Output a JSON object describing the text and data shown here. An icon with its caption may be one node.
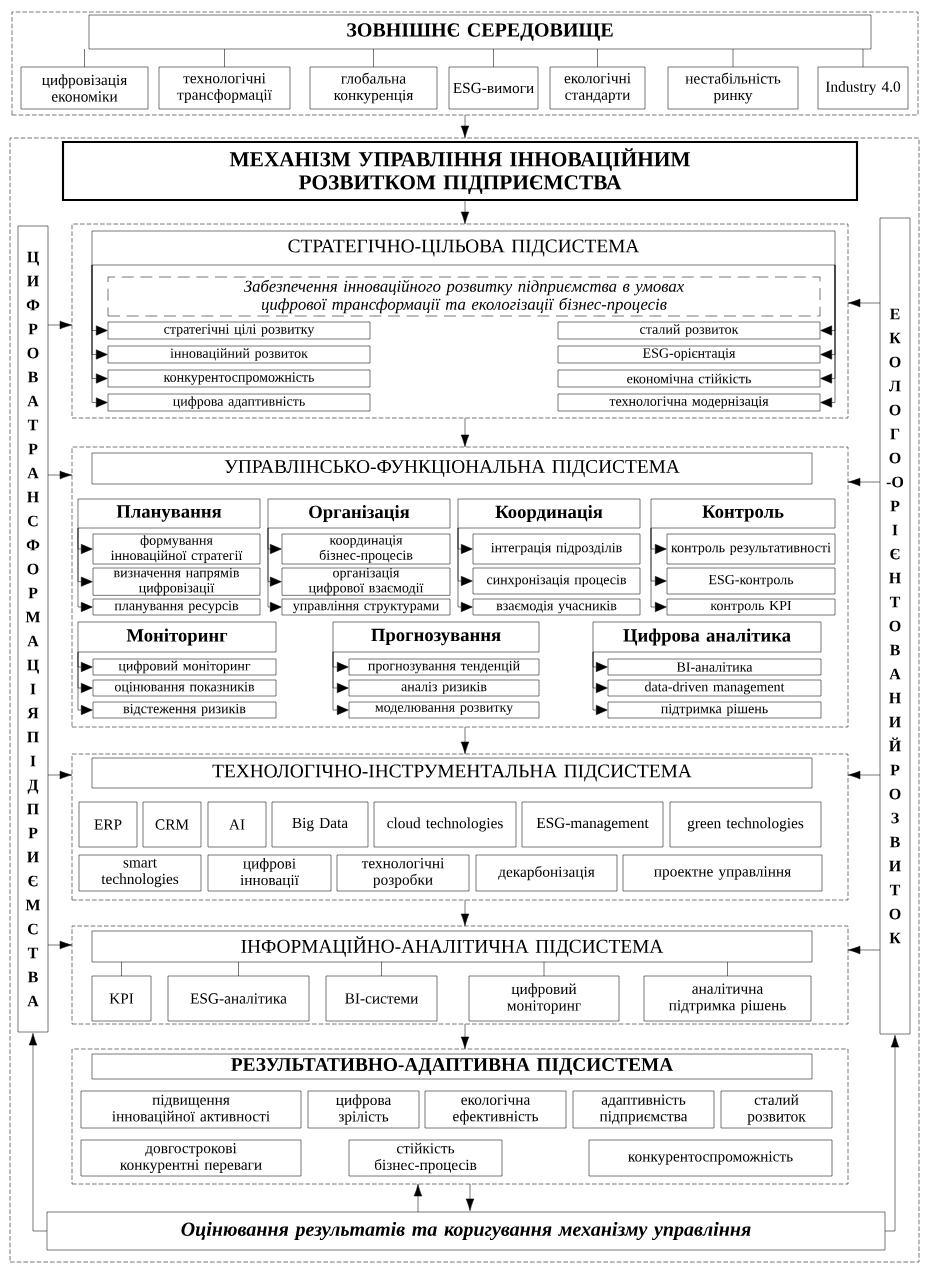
{
  "diagram": {
    "nodes": [
      {
        "text": [],
        "shape": "box"
      },
      {
        "text": [
          "ЗОВНІШНЄ СЕРЕДОВИЩЕ"
        ],
        "in": 0
      },
      {
        "text": [
          "цифровізація економіки"
        ],
        "in": 0
      },
      {
        "text": [
          "технологічні трансформації"
        ],
        "in": 0
      },
      {
        "text": [
          "глобальна конкуренція"
        ],
        "in": 0
      },
      {
        "text": [
          "ESG-вимоги"
        ],
        "in": 0
      },
      {
        "text": [
          "екологічні стандарти"
        ],
        "in": 0
      },
      {
        "text": [
          "нестабільність ринку"
        ],
        "in": 0
      },
      {
        "text": [
          "Industry 4.0"
        ],
        "in": 0
      },
      {
        "text": [],
        "shape": "box"
      },
      {
        "text": [
          "МЕХАНІЗМ УПРАВЛІННЯ ІННОВАЦІЙНИМ РОЗВИТКОМ ПІДПРИЄМСТВА"
        ],
        "in": 9
      },
      {
        "text": [],
        "shape": "box",
        "in": 9
      },
      {
        "text": [
          "СТРАТЕГІЧНО-ЦІЛЬОВА ПІДСИСТЕМА"
        ],
        "in": 11
      },
      {
        "text": [
          "Забезпечення інноваційного розвитку підприємства в умовах цифрової трансформації та екологізації бізнес-процесів"
        ],
        "in": 11
      },
      {
        "text": [
          "стратегічні цілі розвитку"
        ],
        "in": 11
      },
      {
        "text": [
          "інноваційний розвиток"
        ],
        "in": 11
      },
      {
        "text": [
          "конкурентоспроможність"
        ],
        "in": 11
      },
      {
        "text": [
          "цифрова адаптивність"
        ],
        "in": 11
      },
      {
        "text": [
          "сталий розвиток"
        ],
        "in": 11
      },
      {
        "text": [
          "ESG-орієнтація"
        ],
        "in": 11
      },
      {
        "text": [
          "економічна стійкість"
        ],
        "in": 11
      },
      {
        "text": [
          "технологічна модернізація"
        ],
        "in": 11
      },
      {
        "text": [
          "ЦИФРОВА ТРАНСФОРМАЦІЯ ПІДПРИЄМСТВА"
        ],
        "in": 9
      },
      {
        "text": [
          "ЕКОЛОГО-ОРІЄНТОВАНИЙ РОЗВИТОК"
        ],
        "in": 9
      },
      {
        "text": [],
        "shape": "box",
        "in": 9
      },
      {
        "text": [
          "УПРАВЛІНСЬКО-ФУНКЦІОНАЛЬНА ПІДСИСТЕМА"
        ],
        "in": 24
      },
      {
        "text": [
          "Планування"
        ],
        "in": 24
      },
      {
        "text": [
          "формування інноваційної стратегії"
        ],
        "in": 24
      },
      {
        "text": [
          "визначення напрямів цифровізації"
        ],
        "in": 24
      },
      {
        "text": [
          "планування ресурсів"
        ],
        "in": 24
      },
      {
        "text": [
          "Організація"
        ],
        "in": 24
      },
      {
        "text": [
          "координація бізнес-процесів"
        ],
        "in": 24
      },
      {
        "text": [
          "організація цифрової взаємодії"
        ],
        "in": 24
      },
      {
        "text": [
          "управління структурами"
        ],
        "in": 24
      },
      {
        "text": [
          "Координація"
        ],
        "in": 24
      },
      {
        "text": [
          "інтеграція підрозділів"
        ],
        "in": 24
      },
      {
        "text": [
          "синхронізація процесів"
        ],
        "in": 24
      },
      {
        "text": [
          "взаємодія учасників"
        ],
        "in": 24
      },
      {
        "text": [
          "Контроль"
        ],
        "in": 24
      },
      {
        "text": [
          "контроль результативності"
        ],
        "in": 24
      },
      {
        "text": [
          "ESG-контроль"
        ],
        "in": 24
      },
      {
        "text": [
          "контроль KPI"
        ],
        "in": 24
      },
      {
        "text": [
          "Моніторинг"
        ],
        "in": 24
      },
      {
        "text": [
          "цифровий моніторинг"
        ],
        "in": 24
      },
      {
        "text": [
          "оцінювання показників"
        ],
        "in": 24
      },
      {
        "text": [
          "відстеження ризиків"
        ],
        "in": 24
      },
      {
        "text": [
          "Прогнозування"
        ],
        "in": 24
      },
      {
        "text": [
          "прогнозування тенденцій"
        ],
        "in": 24
      },
      {
        "text": [
          "аналіз ризиків"
        ],
        "in": 24
      },
      {
        "text": [
          "моделювання розвитку"
        ],
        "in": 24
      },
      {
        "text": [
          "Цифрова аналітика"
        ],
        "in": 24
      },
      {
        "text": [
          "BI-аналітика"
        ],
        "in": 24
      },
      {
        "text": [
          "data-driven management"
        ],
        "in": 24
      },
      {
        "text": [
          "підтримка рішень"
        ],
        "in": 24
      },
      {
        "text": [],
        "shape": "box",
        "in": 9
      },
      {
        "text": [
          "ТЕХНОЛОГІЧНО-ІНСТРУМЕНТАЛЬНА ПІДСИСТЕМА"
        ],
        "in": 54
      },
      {
        "text": [
          "ERP"
        ],
        "in": 54
      },
      {
        "text": [
          "CRM"
        ],
        "in": 54
      },
      {
        "text": [
          "AI"
        ],
        "in": 54
      },
      {
        "text": [
          "Big Data"
        ],
        "in": 54
      },
      {
        "text": [
          "cloud technologies"
        ],
        "in": 54
      },
      {
        "text": [
          "ESG-management"
        ],
        "in": 54
      },
      {
        "text": [
          "green technologies"
        ],
        "in": 54
      },
      {
        "text": [
          "smart technologies"
        ],
        "in": 54
      },
      {
        "text": [
          "цифрові інновації"
        ],
        "in": 54
      },
      {
        "text": [
          "технологічні розробки"
        ],
        "in": 54
      },
      {
        "text": [
          "декарбонізація"
        ],
        "in": 54
      },
      {
        "text": [
          "проектне управління"
        ],
        "in": 54
      },
      {
        "text": [],
        "shape": "box",
        "in": 9
      },
      {
        "text": [
          "ІНФОРМАЦІЙНО-АНАЛІТИЧНА ПІДСИСТЕМА"
        ],
        "in": 68
      },
      {
        "text": [
          "KPI"
        ],
        "in": 68
      },
      {
        "text": [
          "ESG-аналітика"
        ],
        "in": 68
      },
      {
        "text": [
          "BI-системи"
        ],
        "in": 68
      },
      {
        "text": [
          "цифровий моніторинг"
        ],
        "in": 68
      },
      {
        "text": [
          "аналітична підтримка рішень"
        ],
        "in": 68
      },
      {
        "text": [],
        "shape": "box",
        "in": 9
      },
      {
        "text": [
          "РЕЗУЛЬТАТИВНО-АДАПТИВНА ПІДСИСТЕМА"
        ],
        "in": 75
      },
      {
        "text": [
          "підвищення інноваційної активності"
        ],
        "in": 75
      },
      {
        "text": [
          "цифрова зрілість"
        ],
        "in": 75
      },
      {
        "text": [
          "екологічна ефективність"
        ],
        "in": 75
      },
      {
        "text": [
          "адаптивність підприємства"
        ],
        "in": 75
      },
      {
        "text": [
          "сталий розвиток"
        ],
        "in": 75
      },
      {
        "text": [
          "довгострокові конкурентні переваги"
        ],
        "in": 75
      },
      {
        "text": [
          "стійкість бізнес-процесів"
        ],
        "in": 75
      },
      {
        "text": [
          "конкурентоспроможність"
        ],
        "in": 75
      },
      {
        "text": [
          "Оцінювання результатів та коригування механізму управління"
        ],
        "in": 9
      }
    ],
    "edges": [
      {
        "from": 0,
        "to": 9,
        "arrow": "to"
      },
      {
        "from": 1,
        "to": 2,
        "arrow": "none"
      },
      {
        "from": 1,
        "to": 3,
        "arrow": "none"
      },
      {
        "from": 1,
        "to": 4,
        "arrow": "none"
      },
      {
        "from": 1,
        "to": 5,
        "arrow": "none"
      },
      {
        "from": 1,
        "to": 6,
        "arrow": "none"
      },
      {
        "from": 1,
        "to": 7,
        "arrow": "none"
      },
      {
        "from": 1,
        "to": 8,
        "arrow": "none"
      },
      {
        "from": 10,
        "to": 11,
        "arrow": "to"
      },
      {
        "from": 12,
        "to": 14,
        "arrow": "to"
      },
      {
        "from": 12,
        "to": 15,
        "arrow": "to"
      },
      {
        "from": 12,
        "to": 16,
        "arrow": "to"
      },
      {
        "from": 12,
        "to": 17,
        "arrow": "to"
      },
      {
        "from": 12,
        "to": 18,
        "arrow": "to"
      },
      {
        "from": 12,
        "to": 19,
        "arrow": "to"
      },
      {
        "from": 12,
        "to": 20,
        "arrow": "to"
      },
      {
        "from": 12,
        "to": 21,
        "arrow": "to"
      },
      {
        "from": 22,
        "to": 11,
        "arrow": "to"
      },
      {
        "from": 23,
        "to": 11,
        "arrow": "to"
      },
      {
        "from": 11,
        "to": 24,
        "arrow": "to"
      },
      {
        "from": 22,
        "to": 24,
        "arrow": "to"
      },
      {
        "from": 23,
        "to": 24,
        "arrow": "to"
      },
      {
        "from": 26,
        "to": 27,
        "arrow": "to"
      },
      {
        "from": 26,
        "to": 28,
        "arrow": "to"
      },
      {
        "from": 26,
        "to": 29,
        "arrow": "to"
      },
      {
        "from": 30,
        "to": 31,
        "arrow": "to"
      },
      {
        "from": 30,
        "to": 32,
        "arrow": "to"
      },
      {
        "from": 30,
        "to": 33,
        "arrow": "to"
      },
      {
        "from": 34,
        "to": 35,
        "arrow": "to"
      },
      {
        "from": 34,
        "to": 36,
        "arrow": "to"
      },
      {
        "from": 34,
        "to": 37,
        "arrow": "to"
      },
      {
        "from": 38,
        "to": 39,
        "arrow": "to"
      },
      {
        "from": 38,
        "to": 40,
        "arrow": "to"
      },
      {
        "from": 38,
        "to": 41,
        "arrow": "to"
      },
      {
        "from": 42,
        "to": 43,
        "arrow": "to"
      },
      {
        "from": 42,
        "to": 44,
        "arrow": "to"
      },
      {
        "from": 42,
        "to": 45,
        "arrow": "to"
      },
      {
        "from": 46,
        "to": 47,
        "arrow": "to"
      },
      {
        "from": 46,
        "to": 48,
        "arrow": "to"
      },
      {
        "from": 46,
        "to": 49,
        "arrow": "to"
      },
      {
        "from": 50,
        "to": 51,
        "arrow": "to"
      },
      {
        "from": 50,
        "to": 52,
        "arrow": "to"
      },
      {
        "from": 50,
        "to": 53,
        "arrow": "to"
      },
      {
        "from": 24,
        "to": 54,
        "arrow": "to"
      },
      {
        "from": 22,
        "to": 54,
        "arrow": "to"
      },
      {
        "from": 23,
        "to": 54,
        "arrow": "to"
      },
      {
        "from": 54,
        "to": 68,
        "arrow": "to"
      },
      {
        "from": 22,
        "to": 68,
        "arrow": "to"
      },
      {
        "from": 23,
        "to": 68,
        "arrow": "to"
      },
      {
        "from": 69,
        "to": 70,
        "arrow": "none"
      },
      {
        "from": 69,
        "to": 71,
        "arrow": "none"
      },
      {
        "from": 69,
        "to": 72,
        "arrow": "none"
      },
      {
        "from": 69,
        "to": 73,
        "arrow": "none"
      },
      {
        "from": 69,
        "to": 74,
        "arrow": "none"
      },
      {
        "from": 68,
        "to": 75,
        "arrow": "to"
      },
      {
        "from": 75,
        "to": 85,
        "arrow": "to"
      },
      {
        "from": 85,
        "to": 75,
        "arrow": "to"
      },
      {
        "from": 85,
        "to": 22,
        "arrow": "to"
      },
      {
        "from": 85,
        "to": 23,
        "arrow": "to"
      }
    ]
  }
}
